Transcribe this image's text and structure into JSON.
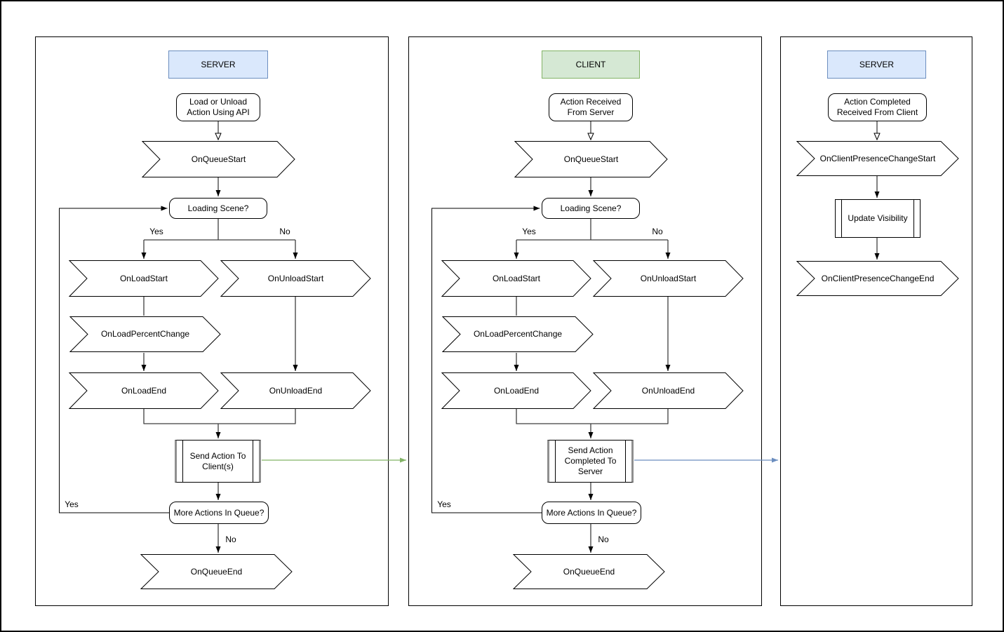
{
  "diagram": {
    "labels": {
      "yes": "Yes",
      "no": "No"
    },
    "colors": {
      "server_header_fill": "#dae8fc",
      "server_header_border": "#6c8ebf",
      "client_header_fill": "#d5e8d4",
      "client_header_border": "#82b366",
      "server_to_client_arrow": "#82b366",
      "client_to_server_arrow": "#6c8ebf",
      "shape_stroke": "#000000"
    },
    "panels": [
      {
        "header": "SERVER",
        "nodes": {
          "start": "Load or Unload Action Using API",
          "queue_start": "OnQueueStart",
          "loading_scene": "Loading Scene?",
          "on_load_start": "OnLoadStart",
          "on_unload_start": "OnUnloadStart",
          "on_load_percent_change": "OnLoadPercentChange",
          "on_load_end": "OnLoadEnd",
          "on_unload_end": "OnUnloadEnd",
          "send_action": "Send Action To Client(s)",
          "more_actions": "More Actions In Queue?",
          "queue_end": "OnQueueEnd"
        }
      },
      {
        "header": "CLIENT",
        "nodes": {
          "start": "Action Received From Server",
          "queue_start": "OnQueueStart",
          "loading_scene": "Loading Scene?",
          "on_load_start": "OnLoadStart",
          "on_unload_start": "OnUnloadStart",
          "on_load_percent_change": "OnLoadPercentChange",
          "on_load_end": "OnLoadEnd",
          "on_unload_end": "OnUnloadEnd",
          "send_action": "Send Action Completed To Server",
          "more_actions": "More Actions In Queue?",
          "queue_end": "OnQueueEnd"
        }
      },
      {
        "header": "SERVER",
        "nodes": {
          "start": "Action Completed Received From Client",
          "presence_start": "OnClientPresenceChangeStart",
          "update_visibility": "Update Visibility",
          "presence_end": "OnClientPresenceChangeEnd"
        }
      }
    ]
  }
}
